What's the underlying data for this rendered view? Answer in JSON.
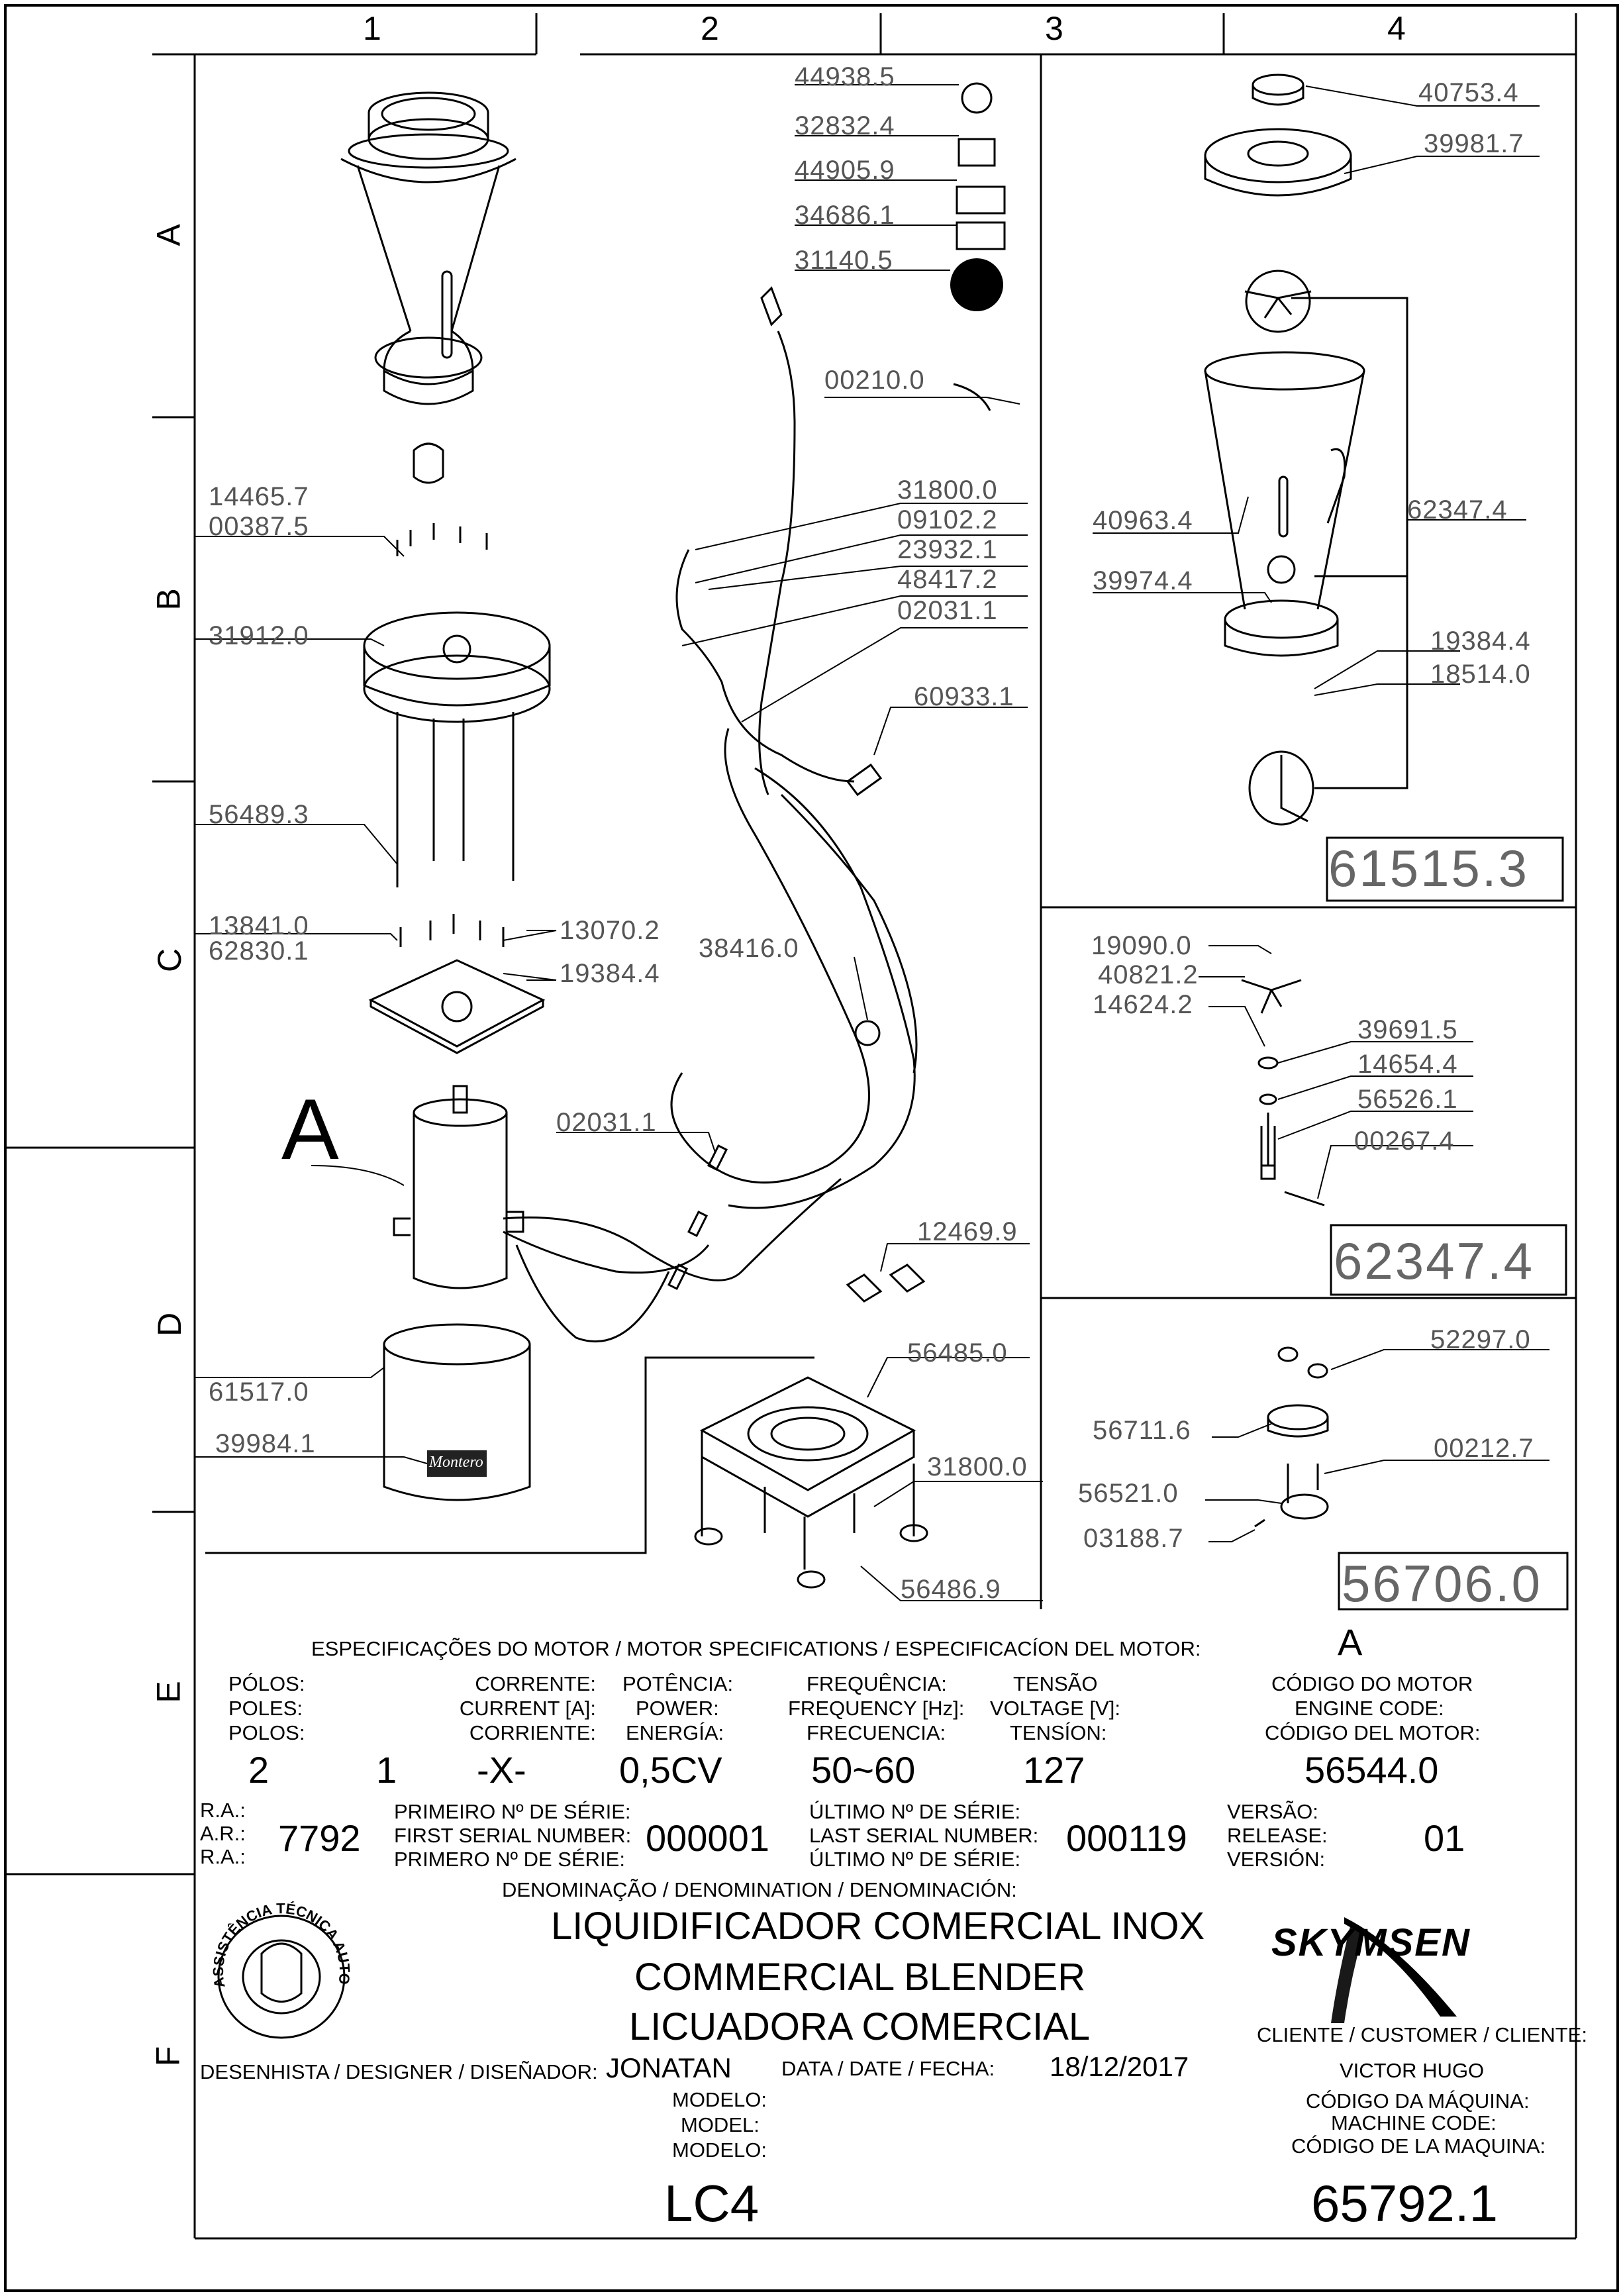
{
  "grid": {
    "columns": [
      "1",
      "2",
      "3",
      "4"
    ],
    "rows": [
      "A",
      "B",
      "C",
      "D",
      "E",
      "F"
    ]
  },
  "parts": {
    "p44938": "44938.5",
    "p32832": "32832.4",
    "p44905": "44905.9",
    "p34686": "34686.1",
    "p31140": "31140.5",
    "p00210": "00210.0",
    "p14465": "14465.7",
    "p00387": "00387.5",
    "p31912": "31912.0",
    "p31800a": "31800.0",
    "p09102": "09102.2",
    "p23932": "23932.1",
    "p48417": "48417.2",
    "p02031a": "02031.1",
    "p60933": "60933.1",
    "p56489": "56489.3",
    "p13841": "13841.0",
    "p62830": "62830.1",
    "p13070": "13070.2",
    "p19384a": "19384.4",
    "p38416": "38416.0",
    "p02031b": "02031.1",
    "p12469": "12469.9",
    "p61517": "61517.0",
    "p39984": "39984.1",
    "p56485": "56485.0",
    "p31800b": "31800.0",
    "p56486": "56486.9",
    "p40753": "40753.4",
    "p39981": "39981.7",
    "p40963": "40963.4",
    "p62347a": "62347.4",
    "p39974": "39974.4",
    "p19384b": "19384.4",
    "p18514": "18514.0",
    "p19090": "19090.0",
    "p40821": "40821.2",
    "p14624": "14624.2",
    "p39691": "39691.5",
    "p14654": "14654.4",
    "p56526": "56526.1",
    "p00267": "00267.4",
    "p52297": "52297.0",
    "p56711": "56711.6",
    "p00212": "00212.7",
    "p56521": "56521.0",
    "p03188": "03188.7"
  },
  "assemblies": {
    "a1": "61515.3",
    "a2": "62347.4",
    "a3": "56706.0"
  },
  "callout_A": "A",
  "motor_brand": "Montero",
  "specs": {
    "header": "ESPECIFICAÇÕES DO MOTOR / MOTOR SPECIFICATIONS / ESPECIFICACÍON DEL MOTOR:",
    "motor_letter": "A",
    "poles_pt": "PÓLOS:",
    "poles_en": "POLES:",
    "poles_es": "POLOS:",
    "current_pt": "CORRENTE:",
    "current_en": "CURRENT [A]:",
    "current_es": "CORRIENTE:",
    "power_pt": "POTÊNCIA:",
    "power_en": "POWER:",
    "power_es": "ENERGÍA:",
    "freq_pt": "FREQUÊNCIA:",
    "freq_en": "FREQUENCY [Hz]:",
    "freq_es": "FRECUENCIA:",
    "volt_pt": "TENSÃO",
    "volt_en": "VOLTAGE [V]:",
    "volt_es": "TENSÍON:",
    "code_pt": "CÓDIGO DO MOTOR",
    "code_en": "ENGINE CODE:",
    "code_es": "CÓDIGO DEL MOTOR:",
    "poles_val": "2",
    "current_val": "1",
    "current_val2": "-X-",
    "power_val": "0,5CV",
    "freq_val": "50~60",
    "volt_val": "127",
    "code_val": "56544.0",
    "ra1": "R.A.:",
    "ra2": "A.R.:",
    "ra3": "R.A.:",
    "ra_val": "7792",
    "first_pt": "PRIMEIRO Nº DE SÉRIE:",
    "first_en": "FIRST SERIAL NUMBER:",
    "first_es": "PRIMERO Nº DE SÉRIE:",
    "first_val": "000001",
    "last_pt": "ÚLTIMO Nº DE SÉRIE:",
    "last_en": "LAST SERIAL NUMBER:",
    "last_es": "ÚLTIMO Nº DE SÉRIE:",
    "last_val": "000119",
    "rel_pt": "VERSÃO:",
    "rel_en": "RELEASE:",
    "rel_es": "VERSIÓN:",
    "rel_val": "01"
  },
  "titleblock": {
    "denom": "DENOMINAÇÃO / DENOMINATION / DENOMINACIÓN:",
    "name_pt": "LIQUIDIFICADOR COMERCIAL INOX",
    "name_en": "COMMERCIAL BLENDER",
    "name_es": "LICUADORA COMERCIAL",
    "designer_label": "DESENHISTA / DESIGNER / DISEÑADOR:",
    "designer": "JONATAN",
    "date_label": "DATA / DATE / FECHA:",
    "date": "18/12/2017",
    "client_label": "CLIENTE / CUSTOMER / CLIENTE:",
    "client": "VICTOR HUGO",
    "model_pt": "MODELO:",
    "model_en": "MODEL:",
    "model_es": "MODELO:",
    "model": "LC4",
    "mcode_pt": "CÓDIGO DA MÁQUINA:",
    "mcode_en": "MACHINE CODE:",
    "mcode_es": "CÓDIGO DE LA MAQUINA:",
    "mcode": "65792.1",
    "brand": "SKYMSEN",
    "seal_text": "ASSISTÊNCIA TÉCNICA AUTORIZADA"
  }
}
